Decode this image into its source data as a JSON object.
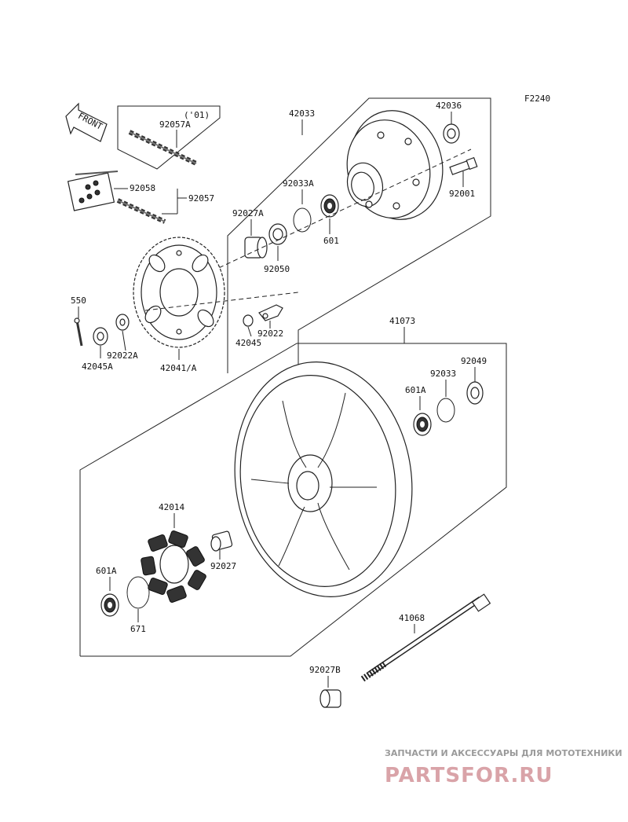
{
  "figure_code": "F2240",
  "front_arrow_label": "FRONT",
  "year_note": "('01)",
  "labels": {
    "p42033": "42033",
    "p42036": "42036",
    "p92001": "92001",
    "p92057A": "92057A",
    "p92058": "92058",
    "p92057": "92057",
    "p92033A": "92033A",
    "p92027A": "92027A",
    "p601": "601",
    "p92050": "92050",
    "p550": "550",
    "p92022A": "92022A",
    "p42045A": "42045A",
    "p42041A": "42041/A",
    "p42045": "42045",
    "p92022": "92022",
    "p41073": "41073",
    "p92049": "92049",
    "p92033": "92033",
    "p601A_top": "601A",
    "p42014": "42014",
    "p92027": "92027",
    "p601A_left": "601A",
    "p671": "671",
    "p41068": "41068",
    "p92027B": "92027B"
  },
  "watermark": {
    "caption": "ЗАПЧАСТИ И АКСЕССУАРЫ ДЛЯ МОТОТЕХНИКИ",
    "logo": "PARTSFOR.RU"
  }
}
